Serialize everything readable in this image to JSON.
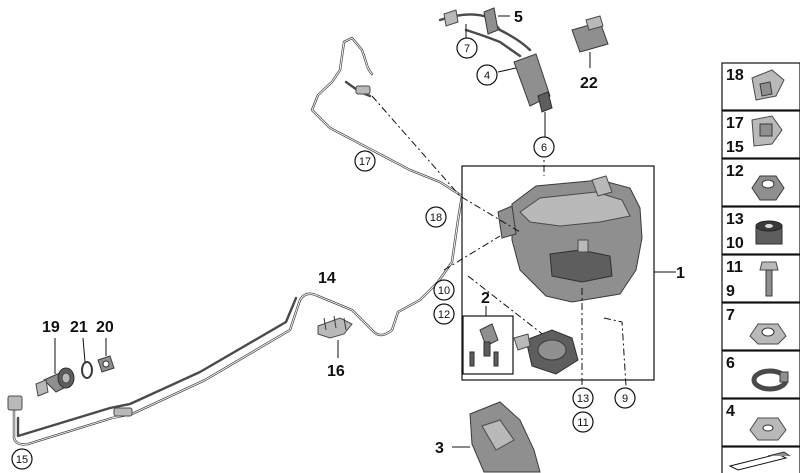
{
  "labels": {
    "l1": "1",
    "l2": "2",
    "l3": "3",
    "l4": "4",
    "l5": "5",
    "l6": "6",
    "l7": "7",
    "l9": "9",
    "l10": "10",
    "l11": "11",
    "l12": "12",
    "l13": "13",
    "l14": "14",
    "l15": "15",
    "l16": "16",
    "l17": "17",
    "l18": "18",
    "l19": "19",
    "l20": "20",
    "l21": "21",
    "l22": "22"
  },
  "sidebar": {
    "items": [
      {
        "top": "18",
        "bottom": ""
      },
      {
        "top": "17",
        "bottom": "15"
      },
      {
        "top": "12",
        "bottom": ""
      },
      {
        "top": "13",
        "bottom": "10"
      },
      {
        "top": "11",
        "bottom": "9"
      },
      {
        "top": "7",
        "bottom": ""
      },
      {
        "top": "6",
        "bottom": ""
      },
      {
        "top": "4",
        "bottom": ""
      }
    ]
  },
  "colors": {
    "line": "#111111",
    "part": "#8f8f8f",
    "pipe": "#4a4a4a"
  }
}
